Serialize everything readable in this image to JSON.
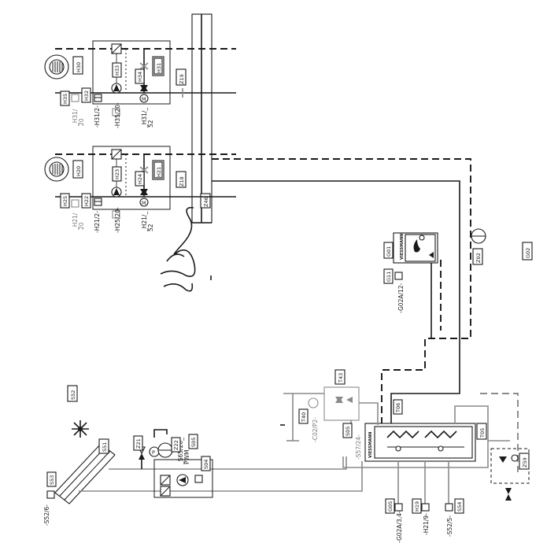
{
  "labels": {
    "h30": "H30",
    "h31": "H31",
    "h33": "H33",
    "h34": "H34",
    "h35": "H35",
    "h32": "H32",
    "h31_20": "_H31/\n20",
    "h31_2": "-H31/2-",
    "h35_20a": "-H35/20-",
    "h31_52a": "_H31/_\n52",
    "z19": "Z19",
    "h20": "H20",
    "h21": "H21",
    "h23": "H23",
    "h24": "H24",
    "h25": "H25",
    "h22": "H22",
    "h21_20": "_H21/\n20",
    "h21_2": "-H21/2-",
    "h25_20": "-H25/20-",
    "h21_52": "_H21/_\n52",
    "z18": "Z18",
    "z46": "Z46",
    "g01": "G01",
    "g11": "G11",
    "g02a_12": "-G02A/12-",
    "z02": "Z02",
    "g02": "G02",
    "s52": "S52",
    "s51": "S51",
    "s53": "S53",
    "s52_6": "-S52/6-",
    "z21": "Z21",
    "z22": "Z22",
    "s05": "S05",
    "s04": "S04",
    "s65_20": "_S65/20_\nPWM",
    "t40": "T40",
    "t43": "T43",
    "c02_p2": "-C02/P2-",
    "t06": "T06",
    "s05b": "S05",
    "s57_24": "-S57/24-",
    "t05": "T05",
    "g05": "G05",
    "h19": "H19",
    "s54": "S54",
    "g02a_3_4": "-G02A/3,4-",
    "h21_9": "-H21/9-",
    "s52_5": "-S52/5-",
    "z59": "Z59",
    "brand": "VIESSMANN"
  }
}
